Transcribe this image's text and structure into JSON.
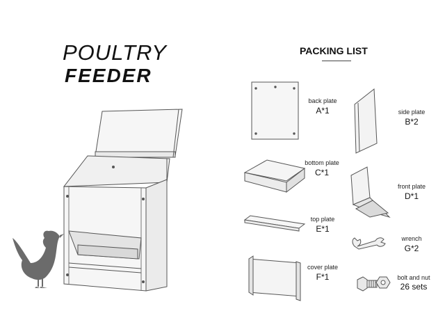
{
  "title": {
    "line1": "POULTRY",
    "line2": "FEEDER"
  },
  "packing_list": {
    "heading": "PACKING LIST",
    "items": [
      {
        "label": "back plate",
        "code": "A*1"
      },
      {
        "label": "side plate",
        "code": "B*2"
      },
      {
        "label": "bottom plate",
        "code": "C*1"
      },
      {
        "label": "front plate",
        "code": "D*1"
      },
      {
        "label": "top plate",
        "code": "E*1"
      },
      {
        "label": "wrench",
        "code": "G*2"
      },
      {
        "label": "cover plate",
        "code": "F*1"
      },
      {
        "label": "bolt and nut",
        "code": "26 sets"
      }
    ]
  },
  "colors": {
    "line": "#555555",
    "fill": "#f4f4f4",
    "rooster": "#6b6b6b"
  }
}
